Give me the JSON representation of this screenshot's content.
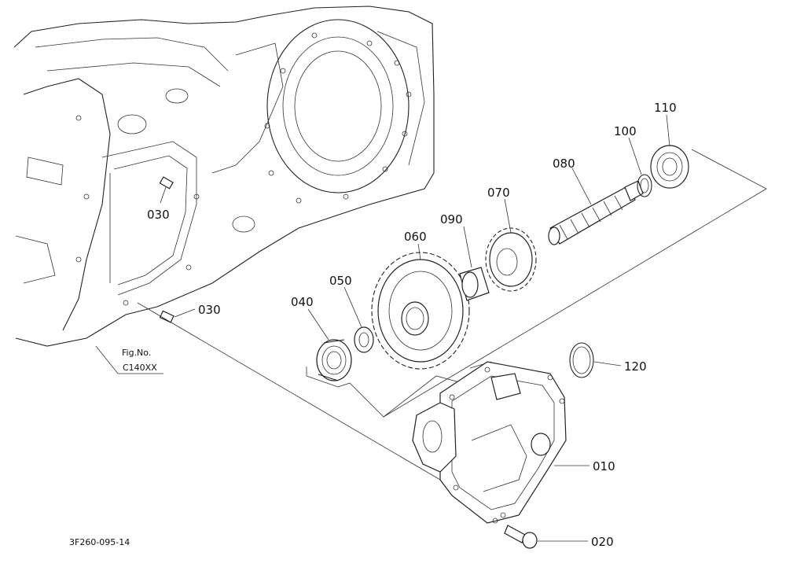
{
  "diagram_code": "3F260-095-14",
  "figure_ref": {
    "line1": "Fig.No.",
    "line2": "C140XX"
  },
  "parts": {
    "p010": "010",
    "p020": "020",
    "p030a": "030",
    "p030b": "030",
    "p040": "040",
    "p050": "050",
    "p060": "060",
    "p070": "070",
    "p080": "080",
    "p090": "090",
    "p100": "100",
    "p110": "110",
    "p120": "120"
  }
}
